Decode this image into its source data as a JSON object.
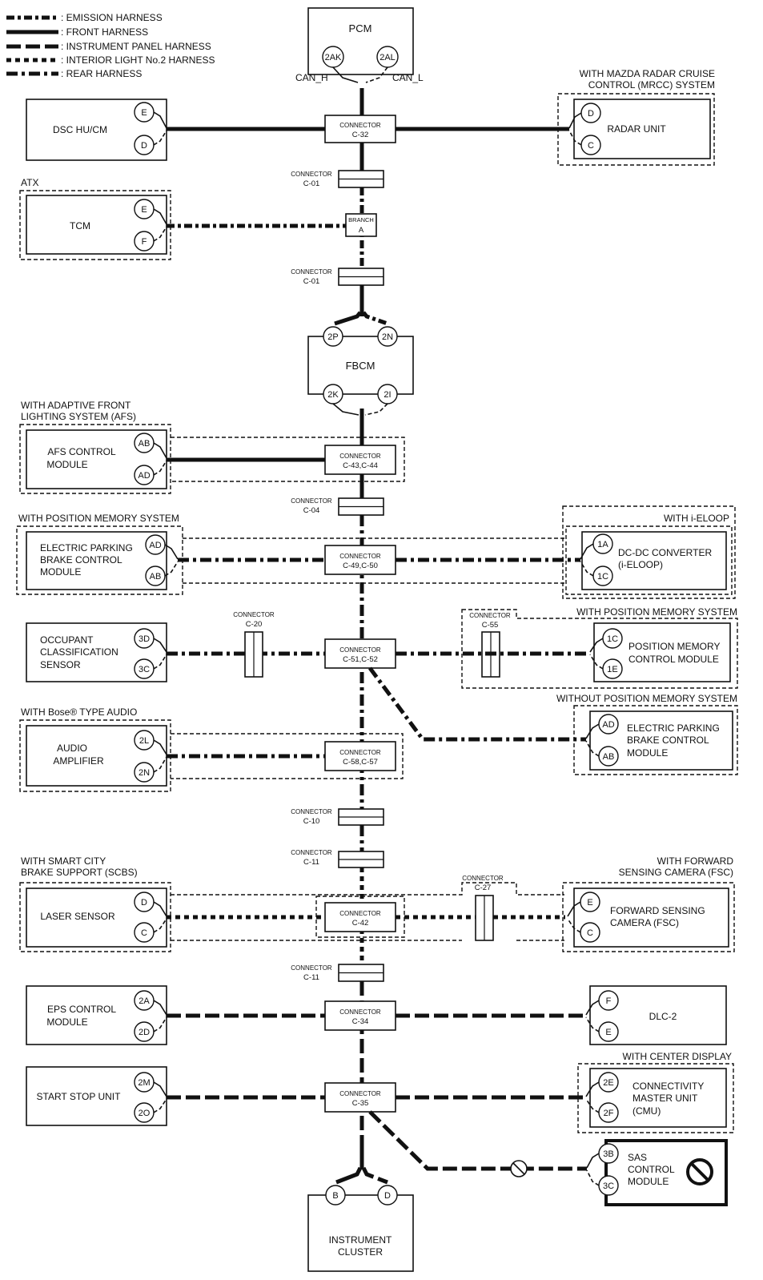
{
  "legend": [
    {
      "label": ": EMISSION HARNESS",
      "style": "emission"
    },
    {
      "label": ": FRONT HARNESS",
      "style": "front"
    },
    {
      "label": ": INSTRUMENT PANEL HARNESS",
      "style": "instrument"
    },
    {
      "label": ": INTERIOR LIGHT No.2 HARNESS",
      "style": "interior"
    },
    {
      "label": ": REAR HARNESS",
      "style": "rear"
    }
  ],
  "modules": {
    "pcm": "PCM",
    "dsc": "DSC HU/CM",
    "radar": "RADAR UNIT",
    "tcm": "TCM",
    "fbcm": "FBCM",
    "afs": [
      "AFS CONTROL",
      "MODULE"
    ],
    "epb": [
      "ELECTRIC PARKING",
      "BRAKE CONTROL",
      "MODULE"
    ],
    "dcdc": [
      "DC-DC CONVERTER",
      "(i-ELOOP)"
    ],
    "ocs": [
      "OCCUPANT",
      "CLASSIFICATION",
      "SENSOR"
    ],
    "pmcm": [
      "POSITION MEMORY",
      "CONTROL MODULE"
    ],
    "epb2": [
      "ELECTRIC PARKING",
      "BRAKE CONTROL",
      "MODULE"
    ],
    "amp": [
      "AUDIO",
      "AMPLIFIER"
    ],
    "laser": "LASER SENSOR",
    "fsc": [
      "FORWARD SENSING",
      "CAMERA (FSC)"
    ],
    "eps": [
      "EPS CONTROL",
      "MODULE"
    ],
    "dlc": "DLC-2",
    "ssu": "START STOP UNIT",
    "cmu": [
      "CONNECTIVITY",
      "MASTER UNIT",
      "(CMU)"
    ],
    "sas": [
      "SAS",
      "CONTROL",
      "MODULE"
    ],
    "ic": [
      "INSTRUMENT",
      "CLUSTER"
    ]
  },
  "conditions": {
    "mrcc": [
      "WITH MAZDA RADAR CRUISE",
      "CONTROL (MRCC) SYSTEM"
    ],
    "atx": "ATX",
    "afs": [
      "WITH ADAPTIVE FRONT",
      "LIGHTING SYSTEM (AFS)"
    ],
    "pos_mem_left": "WITH POSITION MEMORY SYSTEM",
    "ieloop": "WITH i-ELOOP",
    "pos_mem_right": "WITH POSITION MEMORY SYSTEM",
    "without_pos_mem": "WITHOUT POSITION MEMORY SYSTEM",
    "bose": "WITH Bose® TYPE AUDIO",
    "scbs": [
      "WITH SMART CITY",
      "BRAKE SUPPORT (SCBS)"
    ],
    "fsc": [
      "WITH FORWARD",
      "SENSING CAMERA (FSC)"
    ],
    "center_display": "WITH CENTER DISPLAY"
  },
  "signals": {
    "can_h": "CAN_H",
    "can_l": "CAN_L"
  },
  "pins": {
    "pcm": [
      "2AK",
      "2AL"
    ],
    "dsc": [
      "E",
      "D"
    ],
    "radar": [
      "D",
      "C"
    ],
    "tcm": [
      "E",
      "F"
    ],
    "fbcm_top": [
      "2P",
      "2N"
    ],
    "fbcm_bottom": [
      "2K",
      "2I"
    ],
    "afs": [
      "AB",
      "AD"
    ],
    "epb": [
      "AD",
      "AB"
    ],
    "dcdc": [
      "1A",
      "1C"
    ],
    "ocs": [
      "3D",
      "3C"
    ],
    "pmcm": [
      "1C",
      "1E"
    ],
    "epb2": [
      "AD",
      "AB"
    ],
    "amp": [
      "2L",
      "2N"
    ],
    "laser": [
      "D",
      "C"
    ],
    "fsc": [
      "E",
      "C"
    ],
    "eps": [
      "2A",
      "2D"
    ],
    "dlc": [
      "F",
      "E"
    ],
    "ssu": [
      "2M",
      "2O"
    ],
    "cmu": [
      "2E",
      "2F"
    ],
    "sas": [
      "3B",
      "3C"
    ],
    "ic": [
      "B",
      "D"
    ]
  },
  "connectors": {
    "word": "CONNECTOR",
    "c32": "C-32",
    "c01a": "C-01",
    "branch_word": "BRANCH",
    "branch_id": "A",
    "c01b": "C-01",
    "c43": "C-43,C-44",
    "c04": "C-04",
    "c49": "C-49,C-50",
    "c20": "C-20",
    "c51": "C-51,C-52",
    "c55": "C-55",
    "c58": "C-58,C-57",
    "c10": "C-10",
    "c11a": "C-11",
    "c27": "C-27",
    "c42": "C-42",
    "c11b": "C-11",
    "c34": "C-34",
    "c35": "C-35"
  },
  "icons": {
    "prohibited": "prohibited-icon"
  }
}
